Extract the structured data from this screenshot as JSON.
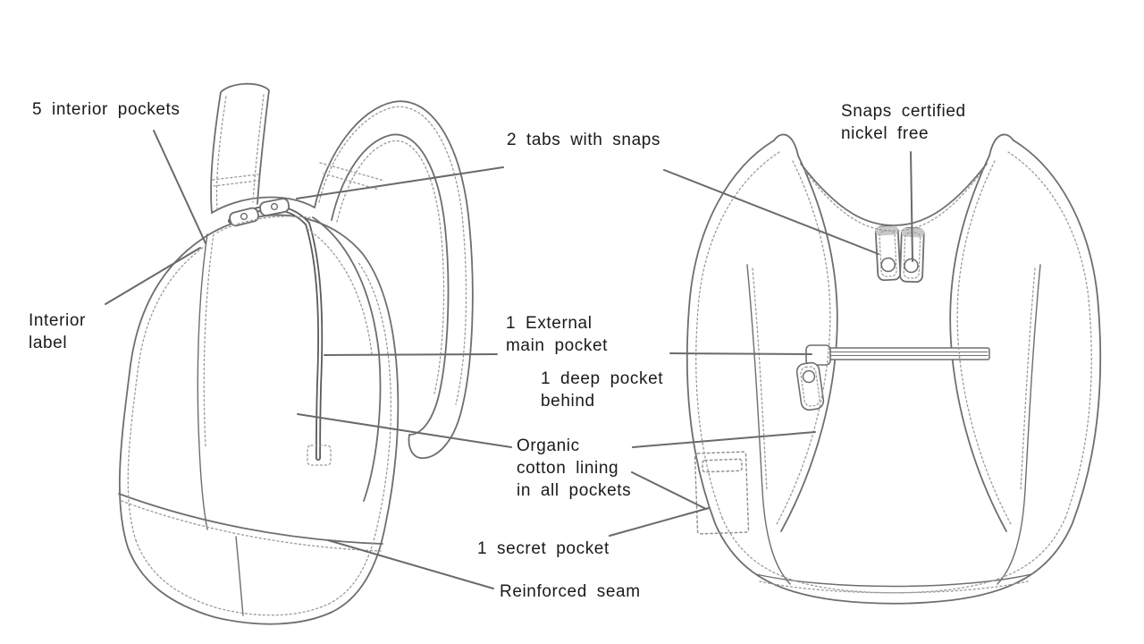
{
  "figure": {
    "left_drawing": "backpack-three-quarter-front-view",
    "right_drawing": "backpack-back-view"
  },
  "colors": {
    "background": "#ffffff",
    "text": "#1a1a1a",
    "art_line": "#6e6e6e",
    "stitch_line": "#9a9a9a",
    "leader_line": "#6a6a6a"
  },
  "annotations": {
    "interior_pockets": {
      "text": "5 interior pockets"
    },
    "interior_label": {
      "line1": "Interior",
      "line2": "label"
    },
    "tabs_snaps": {
      "text": "2 tabs with snaps"
    },
    "snaps_certified": {
      "line1": "Snaps certified",
      "line2": "nickel free"
    },
    "external_pocket": {
      "line1": "1 External",
      "line2": "main pocket"
    },
    "deep_pocket": {
      "line1": "1 deep pocket",
      "line2": "behind"
    },
    "organic_lining": {
      "line1": "Organic",
      "line2": "cotton lining",
      "line3": "in all pockets"
    },
    "secret_pocket": {
      "text": "1 secret pocket"
    },
    "reinforced_seam": {
      "text": "Reinforced seam"
    }
  }
}
